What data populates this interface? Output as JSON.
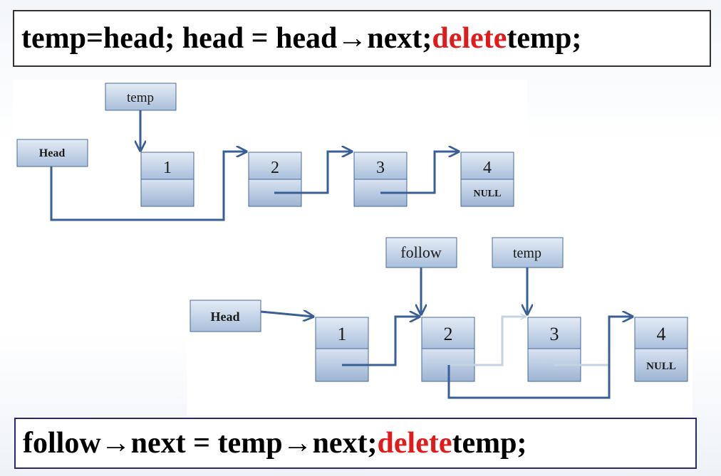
{
  "top_code": {
    "part1": "temp=head;  head = head",
    "arrow1": "→",
    "part2": "next;  ",
    "delete": "delete",
    "part3": " temp;"
  },
  "bottom_code": {
    "part1": "follow",
    "arrow1": "→",
    "part2": "next = temp",
    "arrow2": "→",
    "part3": "next; ",
    "delete": "delete",
    "part4": " temp;"
  },
  "diagram1": {
    "temp_label": "temp",
    "head_label": "Head",
    "nodes": [
      "1",
      "2",
      "3",
      "4"
    ],
    "null_label": "NULL"
  },
  "diagram2": {
    "follow_label": "follow",
    "temp_label": "temp",
    "head_label": "Head",
    "nodes": [
      "1",
      "2",
      "3",
      "4"
    ],
    "null_label": "NULL"
  },
  "colors": {
    "arrow": "#3a5f96",
    "faded_arrow": "#c5d3e2",
    "box_top": "#dde7f3",
    "box_bottom": "#9fb7d5",
    "box_border": "#4a6a96",
    "delete_red": "#e11b1b"
  }
}
